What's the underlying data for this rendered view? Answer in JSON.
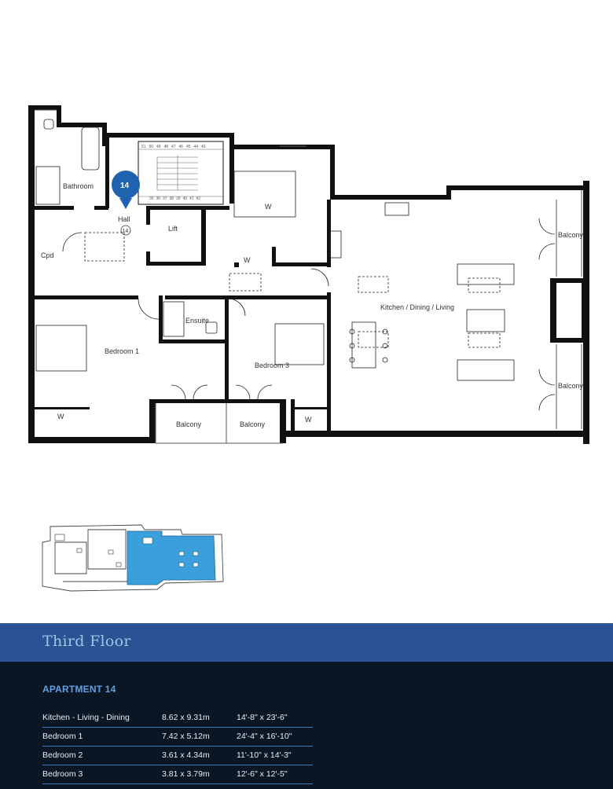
{
  "plan": {
    "unit_marker": "14",
    "rooms": {
      "bathroom": "Bathroom",
      "hall": "Hall",
      "hall_tag": "14",
      "lift": "Lift",
      "cpd": "Cpd",
      "ensuite": "Ensuite",
      "bedroom1": "Bedroom 1",
      "bedroom3": "Bedroom 3",
      "kitchen": "Kitchen / Dining / Living",
      "balcony_left": "Balcony",
      "balcony_mid": "Balcony",
      "balcony_right_top": "Balcony",
      "balcony_right_bottom": "Balcony",
      "w_bed2": "W",
      "w_hall": "W",
      "w_bed1": "W",
      "w_bed3": "W"
    },
    "stairs_top": [
      "51",
      "50",
      "49",
      "48",
      "47",
      "46",
      "45",
      "44",
      "43"
    ],
    "stairs_bottom": [
      "35",
      "36",
      "37",
      "38",
      "39",
      "40",
      "41",
      "42"
    ],
    "colors": {
      "wall": "#111111",
      "highlight": "#3aa0dc",
      "marker": "#1f62b0"
    }
  },
  "floor": {
    "title": "Third Floor"
  },
  "apartment": {
    "title": "APARTMENT 14",
    "rooms": [
      {
        "name": "Kitchen - Living - Dining",
        "metric": "8.62 x 9.31m",
        "imperial": "14'-8\" x 23'-6\""
      },
      {
        "name": "Bedroom 1",
        "metric": "7.42 x 5.12m",
        "imperial": "24'-4\" x 16'-10\""
      },
      {
        "name": "Bedroom 2",
        "metric": "3.61 x 4.34m",
        "imperial": "11'-10\" x 14'-3\""
      },
      {
        "name": "Bedroom 3",
        "metric": "3.81 x 3.79m",
        "imperial": "12'-6\" x 12'-5\""
      }
    ]
  }
}
